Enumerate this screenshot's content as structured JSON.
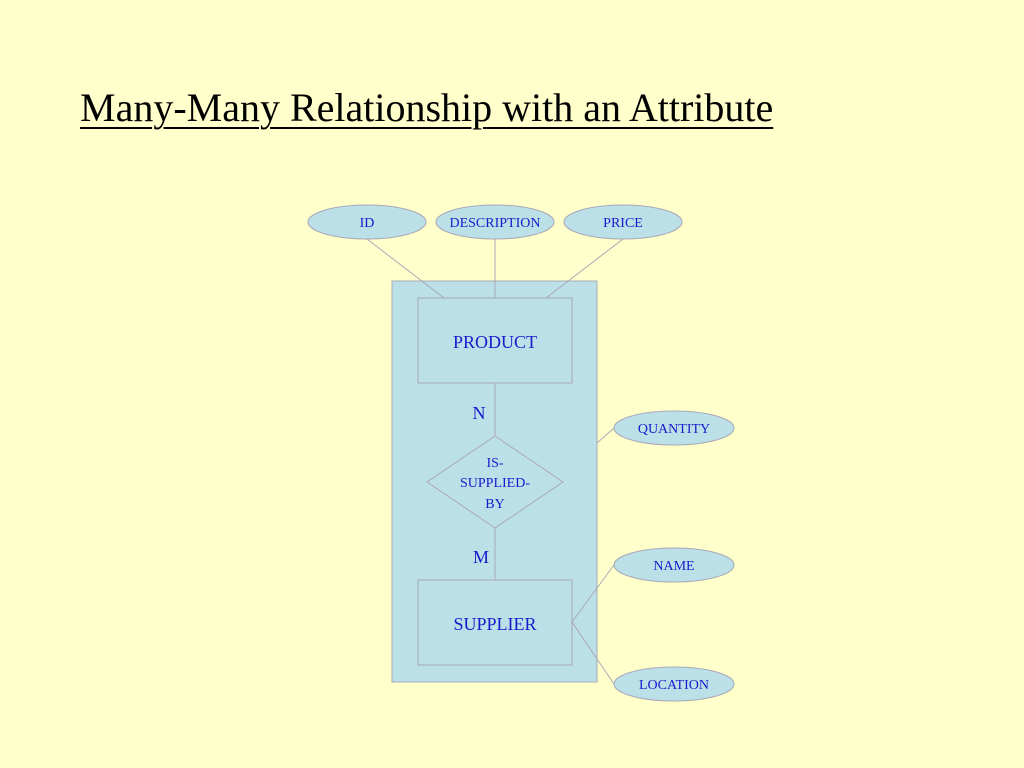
{
  "title": "Many-Many Relationship with an Attribute",
  "entities": {
    "product": "PRODUCT",
    "supplier": "SUPPLIER"
  },
  "relationship": {
    "lines": [
      "IS-",
      "SUPPLIED-",
      "BY"
    ]
  },
  "cardinality": {
    "product_side": "N",
    "supplier_side": "M"
  },
  "attributes": {
    "product": [
      "ID",
      "DESCRIPTION",
      "PRICE"
    ],
    "relationship": [
      "QUANTITY"
    ],
    "supplier": [
      "NAME",
      "LOCATION"
    ]
  },
  "colors": {
    "background": "#FFFFCC",
    "shape_fill": "#BCE0E8",
    "outline": "#A8A8B8",
    "text": "#1A1ACC",
    "title": "#000000"
  }
}
